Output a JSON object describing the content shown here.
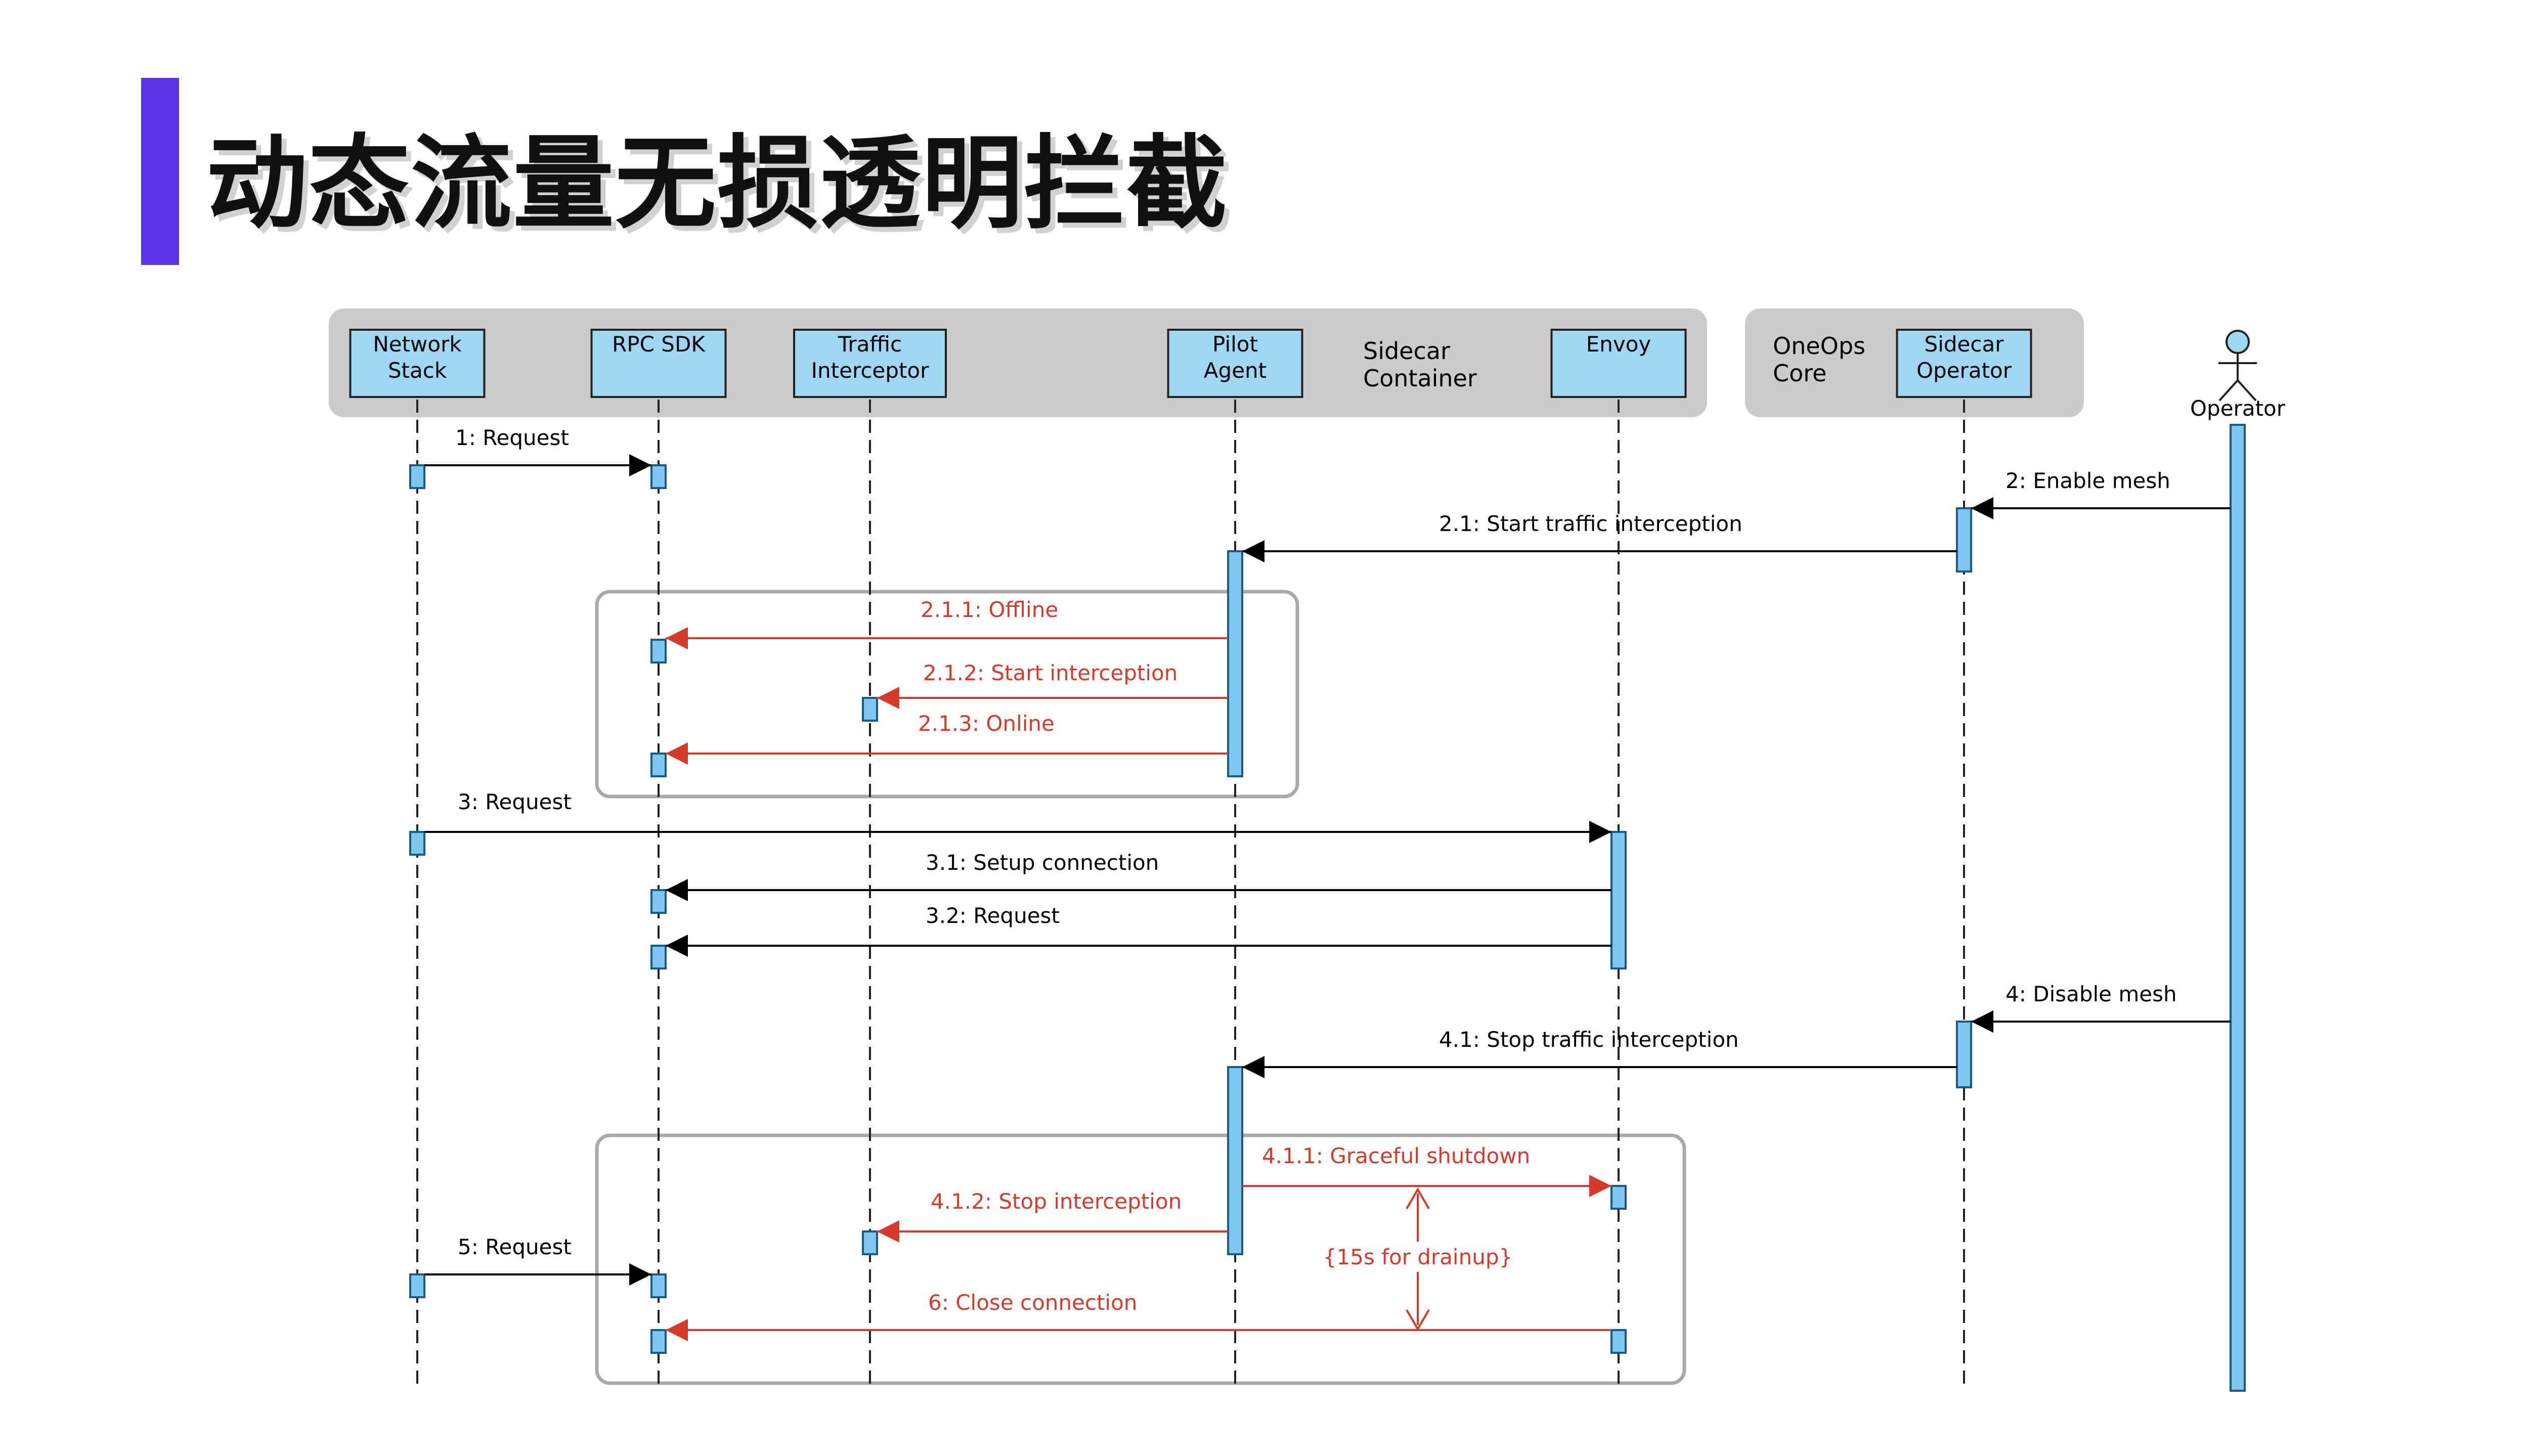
{
  "title": "动态流量无损透明拦截",
  "colors": {
    "accent": "#5b35e6",
    "participant_fill": "#9fd7f3",
    "activation_fill": "#7ec8ee",
    "group_fill": "#cbcbcb",
    "highlight": "#d63a2b",
    "black": "#000000"
  },
  "groups": {
    "sidecar_container": "Sidecar\nContainer",
    "oneops_core": "OneOps\nCore"
  },
  "participants": [
    {
      "id": "network_stack",
      "label": "Network\nStack"
    },
    {
      "id": "rpc_sdk",
      "label": "RPC SDK"
    },
    {
      "id": "traffic_interceptor",
      "label": "Traffic\nInterceptor"
    },
    {
      "id": "pilot_agent",
      "label": "Pilot\nAgent"
    },
    {
      "id": "envoy",
      "label": "Envoy"
    },
    {
      "id": "sidecar_operator",
      "label": "Sidecar\nOperator"
    },
    {
      "id": "operator",
      "label": "Operator",
      "actor": true
    }
  ],
  "messages": [
    {
      "label": "1: Request",
      "from": "network_stack",
      "to": "rpc_sdk",
      "color": "black"
    },
    {
      "label": "2: Enable mesh",
      "from": "operator",
      "to": "sidecar_operator",
      "color": "black"
    },
    {
      "label": "2.1: Start traffic interception",
      "from": "sidecar_operator",
      "to": "pilot_agent",
      "color": "black"
    },
    {
      "label": "2.1.1: Offline",
      "from": "pilot_agent",
      "to": "rpc_sdk",
      "color": "red"
    },
    {
      "label": "2.1.2: Start interception",
      "from": "pilot_agent",
      "to": "traffic_interceptor",
      "color": "red"
    },
    {
      "label": "2.1.3: Online",
      "from": "pilot_agent",
      "to": "rpc_sdk",
      "color": "red"
    },
    {
      "label": "3: Request",
      "from": "network_stack",
      "to": "envoy",
      "color": "black"
    },
    {
      "label": "3.1: Setup connection",
      "from": "envoy",
      "to": "rpc_sdk",
      "color": "black"
    },
    {
      "label": "3.2: Request",
      "from": "envoy",
      "to": "rpc_sdk",
      "color": "black"
    },
    {
      "label": "4: Disable mesh",
      "from": "operator",
      "to": "sidecar_operator",
      "color": "black"
    },
    {
      "label": "4.1: Stop traffic interception",
      "from": "sidecar_operator",
      "to": "pilot_agent",
      "color": "black"
    },
    {
      "label": "4.1.1: Graceful shutdown",
      "from": "pilot_agent",
      "to": "envoy",
      "color": "red"
    },
    {
      "label": "4.1.2: Stop interception",
      "from": "pilot_agent",
      "to": "traffic_interceptor",
      "color": "red"
    },
    {
      "label": "5: Request",
      "from": "network_stack",
      "to": "rpc_sdk",
      "color": "black"
    },
    {
      "label": "6: Close connection",
      "from": "envoy",
      "to": "rpc_sdk",
      "color": "red"
    }
  ],
  "annotation": "{15s for drainup}"
}
